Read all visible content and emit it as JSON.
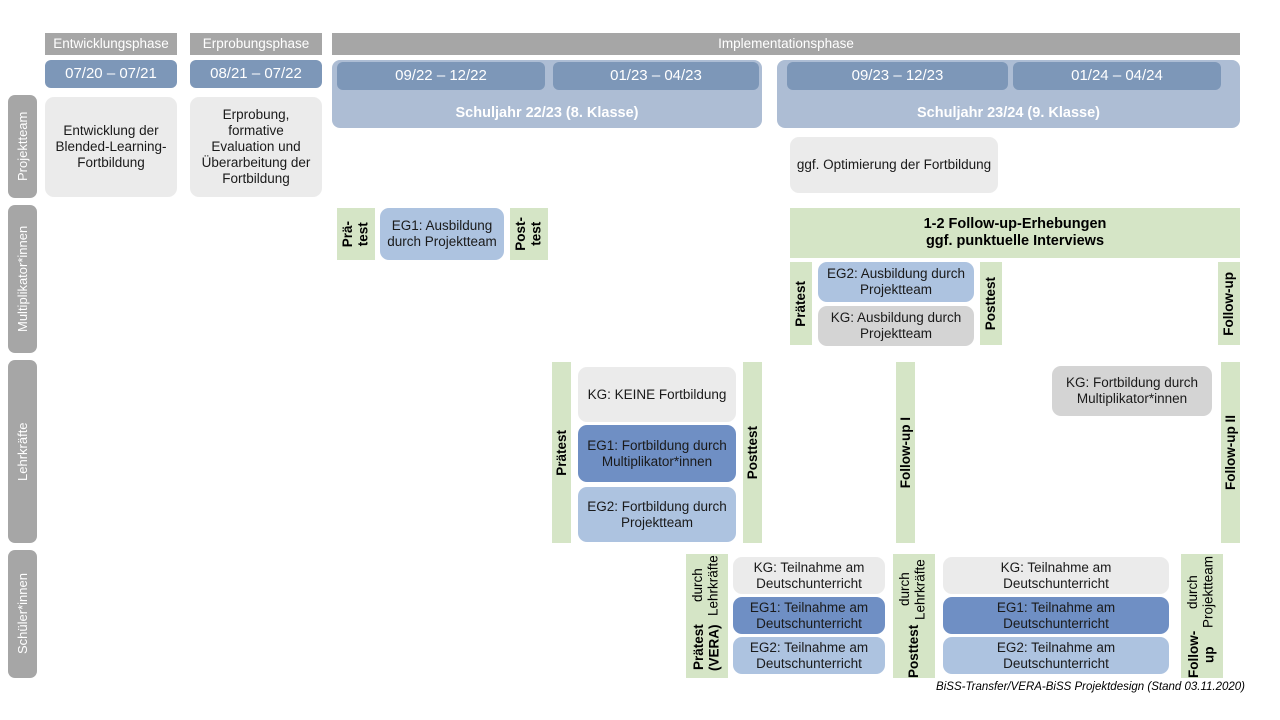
{
  "title": "BiSS-Transfer / VERA-BiSS Projektdesign",
  "footer": "BiSS-Transfer/VERA-BiSS Projektdesign (Stand 03.11.2020)",
  "colors": {
    "phase_header": "#a6a6a6",
    "date_pill": "#7d97b8",
    "year_band": "#adbdd4",
    "row_label": "#a6a6a6",
    "card_grey": "#ebebeb",
    "card_grey_dark": "#d4d4d4",
    "card_blue_dark": "#6f8fc4",
    "card_blue_light": "#adc3e0",
    "green": "#d5e5c6"
  },
  "phases": [
    {
      "label": "Entwicklungsphase"
    },
    {
      "label": "Erprobungsphase"
    },
    {
      "label": "Implementationsphase"
    }
  ],
  "periods": [
    {
      "label": "07/20 – 07/21"
    },
    {
      "label": "08/21 – 07/22"
    },
    {
      "label": "09/22 – 12/22"
    },
    {
      "label": "01/23 – 04/23"
    },
    {
      "label": "09/23 – 12/23"
    },
    {
      "label": "01/24 – 04/24"
    }
  ],
  "school_years": [
    {
      "label": "Schuljahr 22/23 (8. Klasse)"
    },
    {
      "label": "Schuljahr 23/24 (9. Klasse)"
    }
  ],
  "rows": [
    {
      "label": "Projektteam"
    },
    {
      "label": "Multiplikator*innen"
    },
    {
      "label": "Lehrkräfte"
    },
    {
      "label": "Schüler*innen"
    }
  ],
  "projektteam": {
    "entwicklung": "Entwicklung der Blended-Learning-Fortbildung",
    "erprobung": "Erprobung, formative Evaluation und Überarbeitung der Fortbildung",
    "optimierung": "ggf. Optimierung der Fortbildung"
  },
  "multiplikator": {
    "praetest": "Prä-\ntest",
    "praetest_line1": "Prä-",
    "praetest_line2": "test",
    "eg1": "EG1: Ausbildung durch Projektteam",
    "posttest_line1": "Post-",
    "posttest_line2": "test",
    "followup_bar_line1": "1-2 Follow-up-Erhebungen",
    "followup_bar_line2": "ggf. punktuelle Interviews",
    "praetest2": "Prätest",
    "eg2": "EG2: Ausbildung durch Projektteam",
    "kg": "KG: Ausbildung durch Projektteam",
    "posttest2": "Posttest",
    "followup": "Follow-up"
  },
  "lehrkraefte": {
    "praetest": "Prätest",
    "kg_keine": "KG:  KEINE Fortbildung",
    "eg1": "EG1: Fortbildung durch Multiplikator*innen",
    "eg2": "EG2: Fortbildung durch Projektteam",
    "posttest": "Posttest",
    "followup1": "Follow-up I",
    "kg_fortbildung": "KG: Fortbildung durch Multiplikator*innen",
    "followup2": "Follow-up II"
  },
  "schueler": {
    "praetest_main": "Prätest (VERA)",
    "praetest_sub": "durch Lehrkräfte",
    "kg_left": "KG: Teilnahme am Deutschunterricht",
    "eg1_left": "EG1: Teilnahme am Deutschunterricht",
    "eg2_left": "EG2: Teilnahme am Deutschunterricht",
    "posttest_main": "Posttest",
    "posttest_sub": "durch Lehrkräfte",
    "kg_right": "KG: Teilnahme am Deutschunterricht",
    "eg1_right": "EG1: Teilnahme am Deutschunterricht",
    "eg2_right": "EG2: Teilnahme am Deutschunterricht",
    "followup_main": "Follow-up",
    "followup_sub": "durch Projektteam"
  }
}
